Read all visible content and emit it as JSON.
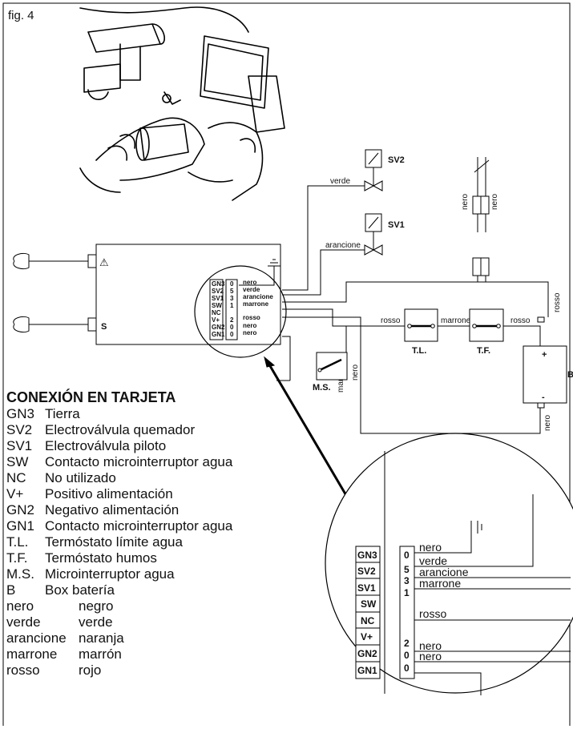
{
  "figure": {
    "label": "fig. 4"
  },
  "components": {
    "sv2": "SV2",
    "sv1": "SV1",
    "s_label": "S",
    "tl": "T.L.",
    "tf": "T.F.",
    "ms": "M.S.",
    "b": "B",
    "plus": "+",
    "minus": "-"
  },
  "wire_labels": {
    "verde": "verde",
    "arancione": "arancione",
    "nero": "nero",
    "marrone": "marrone",
    "rosso": "rosso"
  },
  "terminals": [
    {
      "code": "GN3",
      "num": "0",
      "wire": "nero"
    },
    {
      "code": "SV2",
      "num": "5",
      "wire": "verde"
    },
    {
      "code": "SV1",
      "num": "3",
      "wire": "arancione"
    },
    {
      "code": "SW",
      "num": "1",
      "wire": "marrone"
    },
    {
      "code": "NC",
      "num": "",
      "wire": ""
    },
    {
      "code": "V+",
      "num": "2",
      "wire": "rosso"
    },
    {
      "code": "GN2",
      "num": "0",
      "wire": "nero"
    },
    {
      "code": "GN1",
      "num": "0",
      "wire": "nero"
    }
  ],
  "legend": {
    "title": "CONEXIÓN EN TARJETA",
    "items": [
      {
        "code": "GN3",
        "desc": "Tierra"
      },
      {
        "code": "SV2",
        "desc": "Electroválvula quemador"
      },
      {
        "code": "SV1",
        "desc": "Electroválvula piloto"
      },
      {
        "code": "SW",
        "desc": "Contacto microinterruptor agua"
      },
      {
        "code": "NC",
        "desc": "No utilizado"
      },
      {
        "code": "V+",
        "desc": "Positivo alimentación"
      },
      {
        "code": "GN2",
        "desc": "Negativo alimentación"
      },
      {
        "code": "GN1",
        "desc": "Contacto microinterruptor agua"
      },
      {
        "code": "T.L.",
        "desc": "Termóstato límite agua"
      },
      {
        "code": "T.F.",
        "desc": "Termóstato humos"
      },
      {
        "code": "M.S.",
        "desc": "Microinterruptor agua"
      },
      {
        "code": "B",
        "desc": "Box batería"
      }
    ],
    "colors": [
      {
        "it": "nero",
        "es": "negro"
      },
      {
        "it": "verde",
        "es": "verde"
      },
      {
        "it": "arancione",
        "es": "naranja"
      },
      {
        "it": "marrone",
        "es": "marrón"
      },
      {
        "it": "rosso",
        "es": "rojo"
      }
    ]
  }
}
